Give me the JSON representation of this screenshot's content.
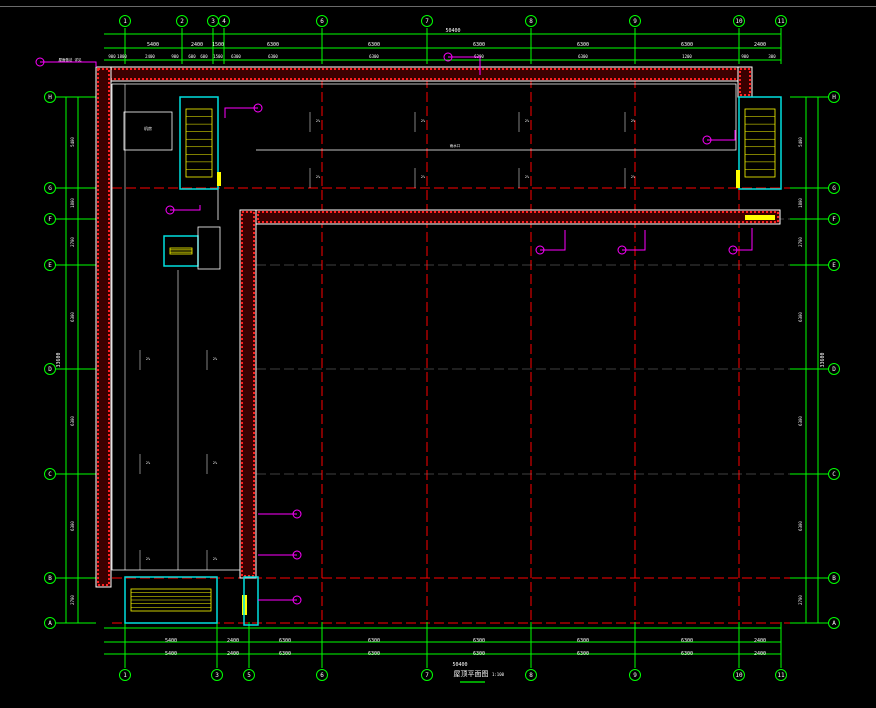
{
  "drawing": {
    "title": "屋顶平面图",
    "scale": "1:100",
    "colors": {
      "background": "#000000",
      "axis": "#00ff00",
      "wall": "#ffffff",
      "hatch": "#ff2020",
      "centerline": "#ff0000",
      "stair": "#00e0e0",
      "leader": "#ff00ff",
      "door": "#ffff00",
      "grid": "#808080"
    }
  },
  "axes": {
    "top_columns": [
      "1",
      "2",
      "3",
      "4",
      "6",
      "7",
      "8",
      "9",
      "10",
      "11"
    ],
    "bottom_columns": [
      "1",
      "3",
      "5",
      "6",
      "7",
      "8",
      "9",
      "10",
      "11"
    ],
    "rows": [
      "H",
      "G",
      "F",
      "E",
      "D",
      "C",
      "B",
      "A"
    ]
  },
  "dimensions": {
    "top_total": "50400",
    "top_mid": [
      "5400",
      "2400",
      "1500",
      "6300",
      "6300",
      "6300",
      "6300",
      "6300",
      "2400"
    ],
    "top_outer": [
      "900",
      "1800",
      "2400",
      "900",
      "600",
      "600",
      "1500",
      "6300",
      "6300",
      "6300",
      "6300",
      "6300",
      "1200",
      "900",
      "300"
    ],
    "bottom_total": "50400",
    "bottom_mid": [
      "5400",
      "2400",
      "6300",
      "6300",
      "6300",
      "6300",
      "6300",
      "2400"
    ],
    "left_total": "33600",
    "left_rows": [
      "5400",
      "1800",
      "2700",
      "6300",
      "6300",
      "6300",
      "2700"
    ],
    "right_total": "33600",
    "right_rows": [
      "5400",
      "1800",
      "2700",
      "6300",
      "6300",
      "6300",
      "2700"
    ]
  },
  "annotations": {
    "roof_note": "屋面做法 详见",
    "slope": "2%",
    "drain": "雨水口",
    "room": "机房"
  }
}
